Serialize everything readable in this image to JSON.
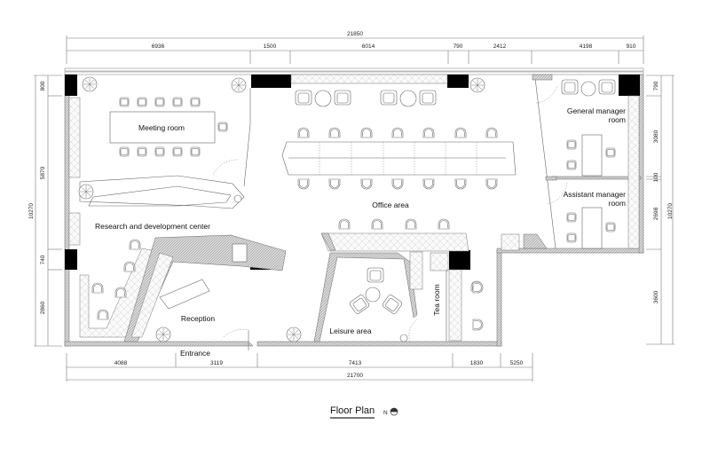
{
  "drawing": {
    "title": "Floor Plan",
    "north_label": "N",
    "north_icon": "north-arrow-icon"
  },
  "dimensions": {
    "top_total": "21850",
    "top_segments": [
      "6936",
      "1500",
      "6014",
      "790",
      "2412",
      "4198",
      "910"
    ],
    "bottom_segments": [
      "4088",
      "3119",
      "7413",
      "1830",
      "5250"
    ],
    "bottom_total": "21700",
    "left_segments": [
      "800",
      "5870",
      "740",
      "2860"
    ],
    "left_total": "10270",
    "right_segments": [
      "790",
      "3080",
      "100",
      "2698",
      "3600"
    ],
    "right_total": "10270"
  },
  "rooms": {
    "meeting_room": "Meeting room",
    "rnd_center": "Research and development center",
    "office_area": "Office area",
    "general_manager_line1": "General manager",
    "general_manager_line2": "room",
    "assistant_manager_line1": "Assistant manager",
    "assistant_manager_line2": "room",
    "reception": "Reception",
    "entrance": "Entrance",
    "leisure_area": "Leisure area",
    "tea_room": "Tea room"
  },
  "colors": {
    "wall": "#bdbdbd",
    "column": "#000000",
    "line": "#777777"
  }
}
